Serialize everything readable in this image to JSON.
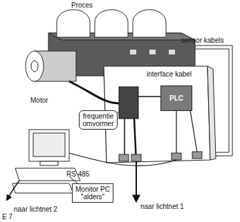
{
  "diagram": {
    "nodes": [
      {
        "text": [
          "frequentie omvormer"
        ]
      },
      {
        "text": [
          "PLC"
        ]
      },
      {
        "text": [
          "Monitor PC \"alders\""
        ]
      }
    ],
    "labels": [
      "Proces",
      "sensor kabels",
      "interface kabel",
      "Motor",
      "RS 485",
      "naar lichtnet 2",
      "naar lichtnet 1",
      "E 7"
    ]
  }
}
